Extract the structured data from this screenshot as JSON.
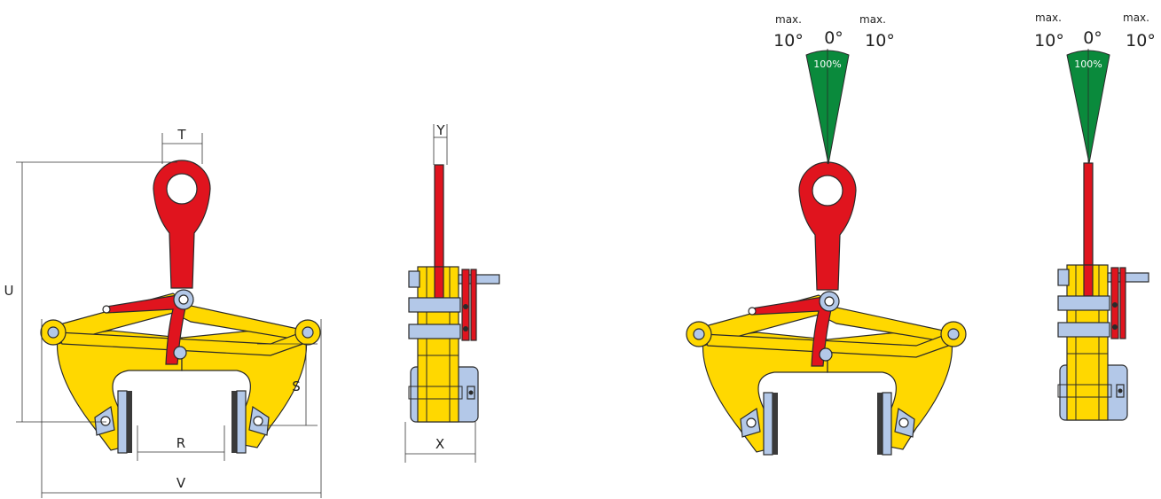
{
  "dimensions": {
    "T": "T",
    "U": "U",
    "S": "S",
    "R": "R",
    "V": "V",
    "Y": "Y",
    "X": "X"
  },
  "tilt_front": {
    "max_left": "max.",
    "max_right": "max.",
    "deg_left": "10°",
    "deg_center": "0°",
    "deg_right": "10°",
    "percent": "100%"
  },
  "tilt_side": {
    "max_left": "max.",
    "max_right": "max.",
    "deg_left": "10°",
    "deg_center": "0°",
    "deg_right": "10°",
    "percent": "100%"
  },
  "colors": {
    "yellow": "#ffd800",
    "red": "#e0141e",
    "green": "#0a8a3c",
    "blue": "#b3c8e8",
    "outline": "#2a2a2a"
  }
}
